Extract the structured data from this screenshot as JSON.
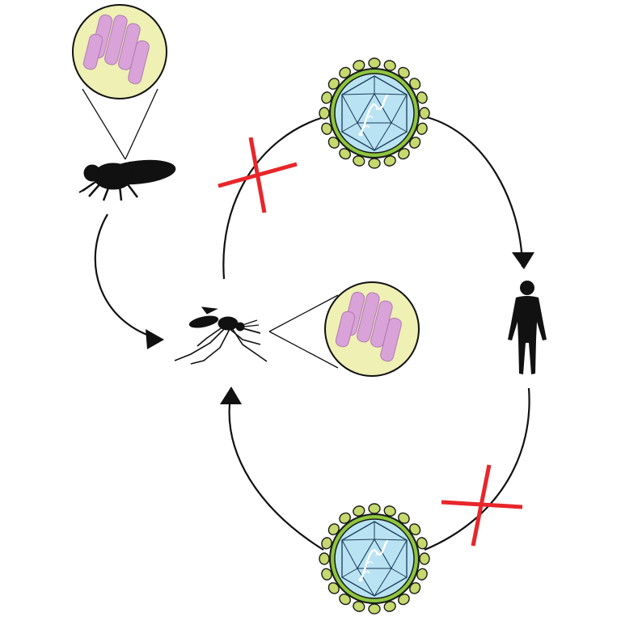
{
  "diagram": {
    "nodes": [
      {
        "id": "fruit-fly",
        "icon": "fly-silhouette-icon"
      },
      {
        "id": "mosquito",
        "icon": "mosquito-silhouette-icon"
      },
      {
        "id": "human",
        "icon": "human-silhouette-icon"
      },
      {
        "id": "virus-top",
        "icon": "virus-icon"
      },
      {
        "id": "virus-bottom",
        "icon": "virus-icon"
      },
      {
        "id": "wolbachia-fly",
        "icon": "bacteria-cell-icon"
      },
      {
        "id": "wolbachia-mosquito",
        "icon": "bacteria-cell-icon"
      }
    ],
    "edges": [
      {
        "from": "fruit-fly",
        "to": "mosquito",
        "blocked": false
      },
      {
        "from": "mosquito",
        "to": "virus-top",
        "blocked": true
      },
      {
        "from": "virus-top",
        "to": "human",
        "blocked": false
      },
      {
        "from": "human",
        "to": "virus-bottom",
        "blocked": true
      },
      {
        "from": "virus-bottom",
        "to": "mosquito",
        "blocked": false
      }
    ]
  },
  "colors": {
    "cell_fill": "#eef0b4",
    "bacteria": "#d9a3d9",
    "capsid": "#b9e3f2",
    "envelope": "#8dc63f",
    "spike": "#c5d96e",
    "block_cross": "#e8262a",
    "silhouette": "#111111",
    "arrow": "#111111"
  }
}
